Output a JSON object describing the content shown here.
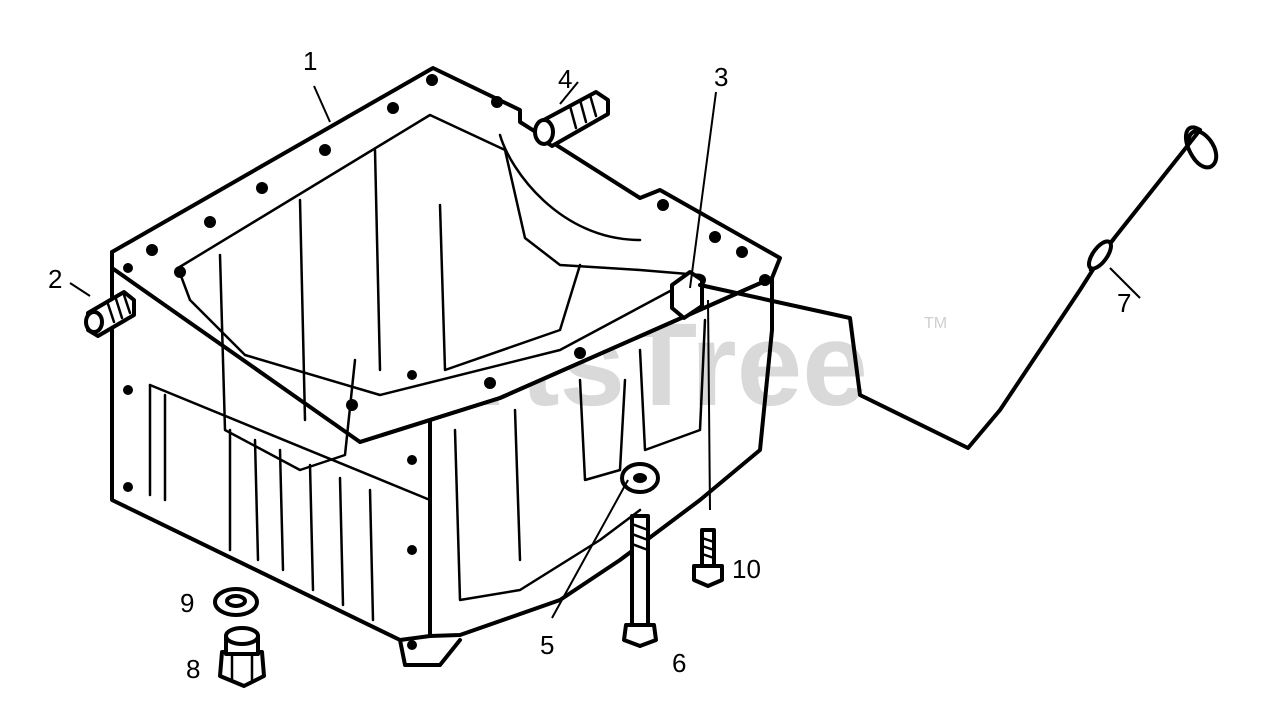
{
  "watermark": {
    "text": "PartsTree",
    "trademark": "TM"
  },
  "callouts": {
    "c1": "1",
    "c2": "2",
    "c3": "3",
    "c4": "4",
    "c5": "5",
    "c6": "6",
    "c7": "7",
    "c8": "8",
    "c9": "9",
    "c10": "10"
  }
}
